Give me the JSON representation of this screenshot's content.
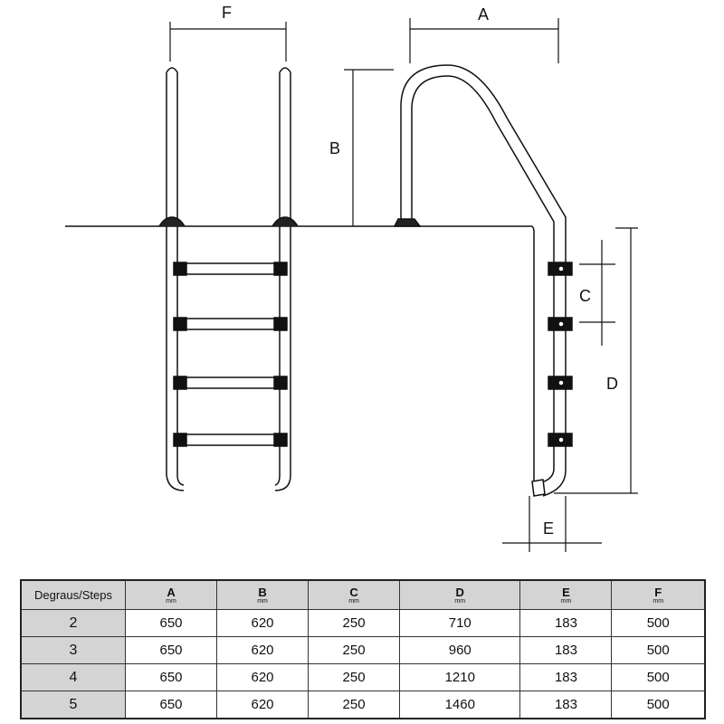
{
  "diagram": {
    "labels": {
      "A": "A",
      "B": "B",
      "C": "C",
      "D": "D",
      "E": "E",
      "F": "F"
    }
  },
  "table": {
    "headers": [
      {
        "key": "Degraus/Steps",
        "unit": ""
      },
      {
        "key": "A",
        "unit": "mm"
      },
      {
        "key": "B",
        "unit": "mm"
      },
      {
        "key": "C",
        "unit": "mm"
      },
      {
        "key": "D",
        "unit": "mm"
      },
      {
        "key": "E",
        "unit": "mm"
      },
      {
        "key": "F",
        "unit": "mm"
      }
    ],
    "rows": [
      [
        "2",
        "650",
        "620",
        "250",
        "710",
        "183",
        "500"
      ],
      [
        "3",
        "650",
        "620",
        "250",
        "960",
        "183",
        "500"
      ],
      [
        "4",
        "650",
        "620",
        "250",
        "1210",
        "183",
        "500"
      ],
      [
        "5",
        "650",
        "620",
        "250",
        "1460",
        "183",
        "500"
      ]
    ]
  }
}
